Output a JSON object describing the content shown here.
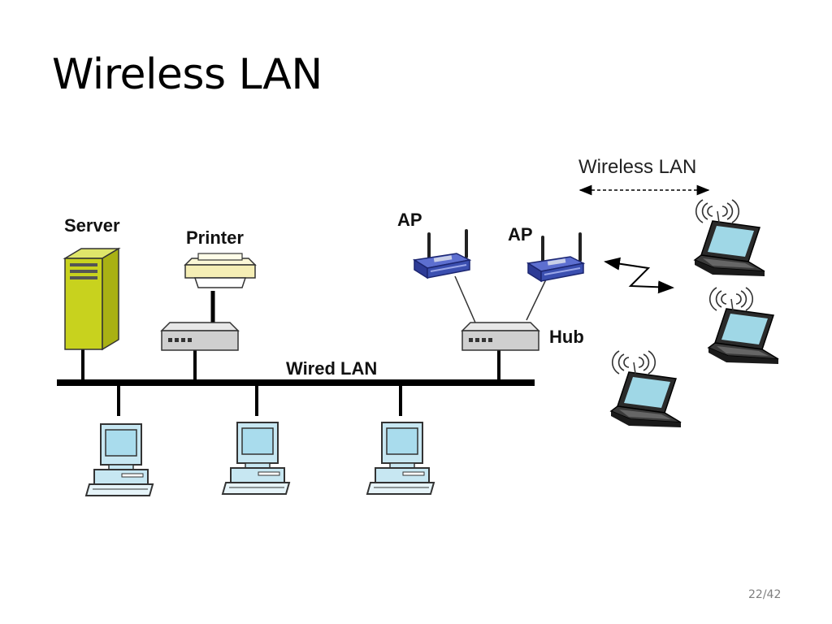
{
  "slide": {
    "title": "Wireless LAN",
    "page_number": "22/42"
  },
  "diagram": {
    "labels": {
      "server": "Server",
      "printer": "Printer",
      "ap_left": "AP",
      "ap_right": "AP",
      "hub": "Hub",
      "wired_lan": "Wired LAN",
      "wireless_lan": "Wireless LAN"
    },
    "nodes": [
      "server",
      "printer",
      "printer-hub",
      "ap-left",
      "ap-right",
      "hub",
      "desktop-1",
      "desktop-2",
      "desktop-3",
      "laptop-1",
      "laptop-2",
      "laptop-3"
    ],
    "colors": {
      "server": "#c8d21e",
      "monitor_screen": "#a9dced",
      "desktop_body": "#c7e7f2",
      "ap_body": "#3b4fb0",
      "hub_body": "#cfcfcf",
      "bus": "#000000"
    }
  }
}
